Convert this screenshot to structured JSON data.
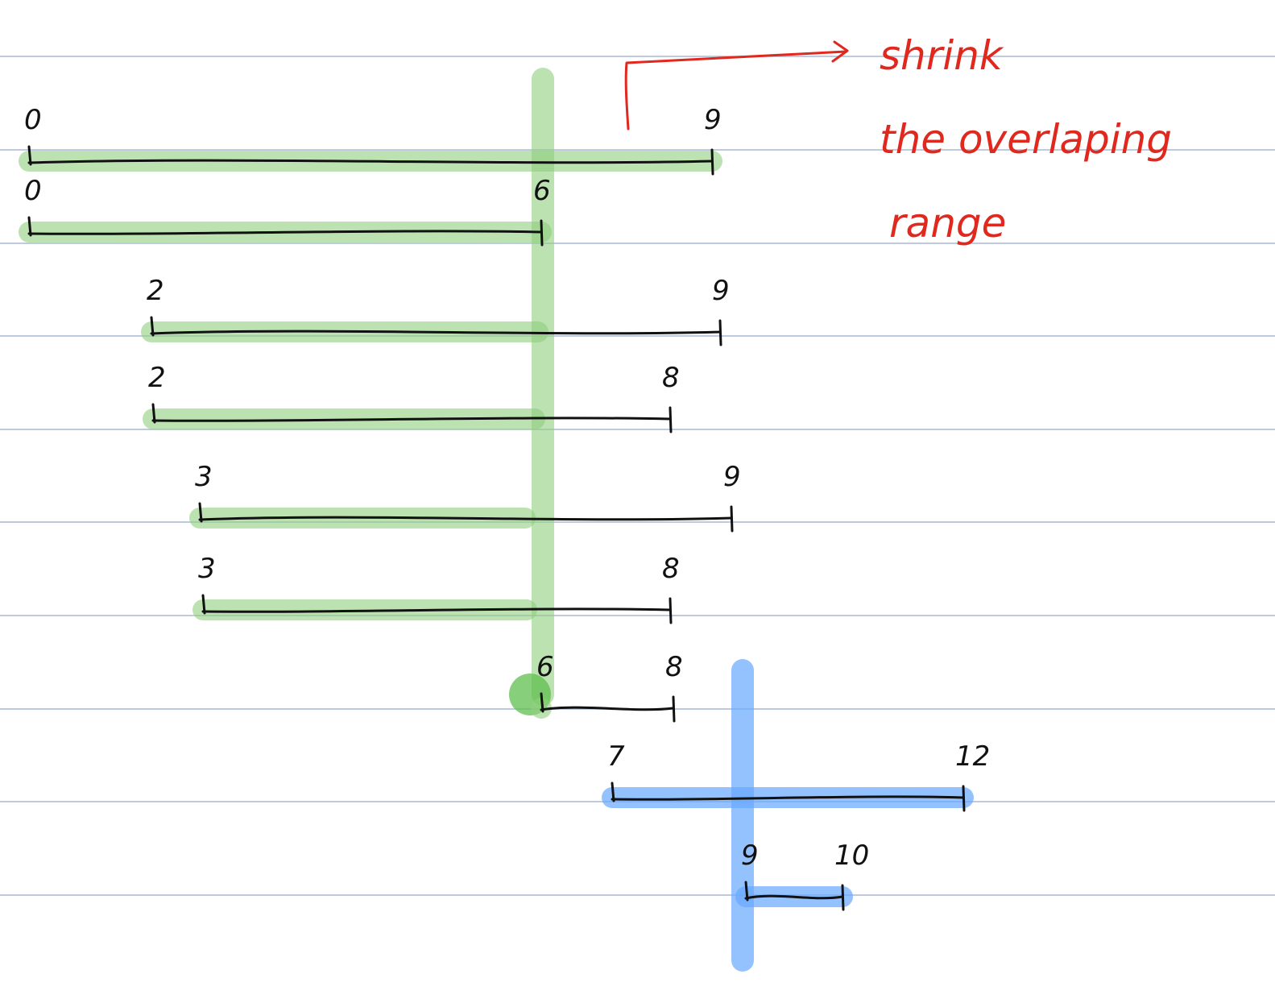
{
  "note": {
    "lines": [
      "shrink",
      "the overlaping",
      "range"
    ],
    "color": "#e0281e"
  },
  "colors": {
    "paper": "#ffffff",
    "rule": "#a9b9d6",
    "ink": "#111111",
    "green_highlight": "#8fce7d",
    "blue_highlight": "#66a8ff"
  },
  "intervals": [
    {
      "start": 0,
      "end": 9,
      "start_label": "0",
      "end_label": "9",
      "group": "green"
    },
    {
      "start": 0,
      "end": 6,
      "start_label": "0",
      "end_label": "6",
      "group": "green"
    },
    {
      "start": 2,
      "end": 9,
      "start_label": "2",
      "end_label": "9",
      "group": "green"
    },
    {
      "start": 2,
      "end": 8,
      "start_label": "2",
      "end_label": "8",
      "group": "green"
    },
    {
      "start": 3,
      "end": 9,
      "start_label": "3",
      "end_label": "9",
      "group": "green"
    },
    {
      "start": 3,
      "end": 8,
      "start_label": "3",
      "end_label": "8",
      "group": "green"
    },
    {
      "start": 6,
      "end": 8,
      "start_label": "6",
      "end_label": "8",
      "group": "green"
    },
    {
      "start": 7,
      "end": 12,
      "start_label": "7",
      "end_label": "12",
      "group": "blue"
    },
    {
      "start": 9,
      "end": 10,
      "start_label": "9",
      "end_label": "10",
      "group": "blue"
    }
  ]
}
